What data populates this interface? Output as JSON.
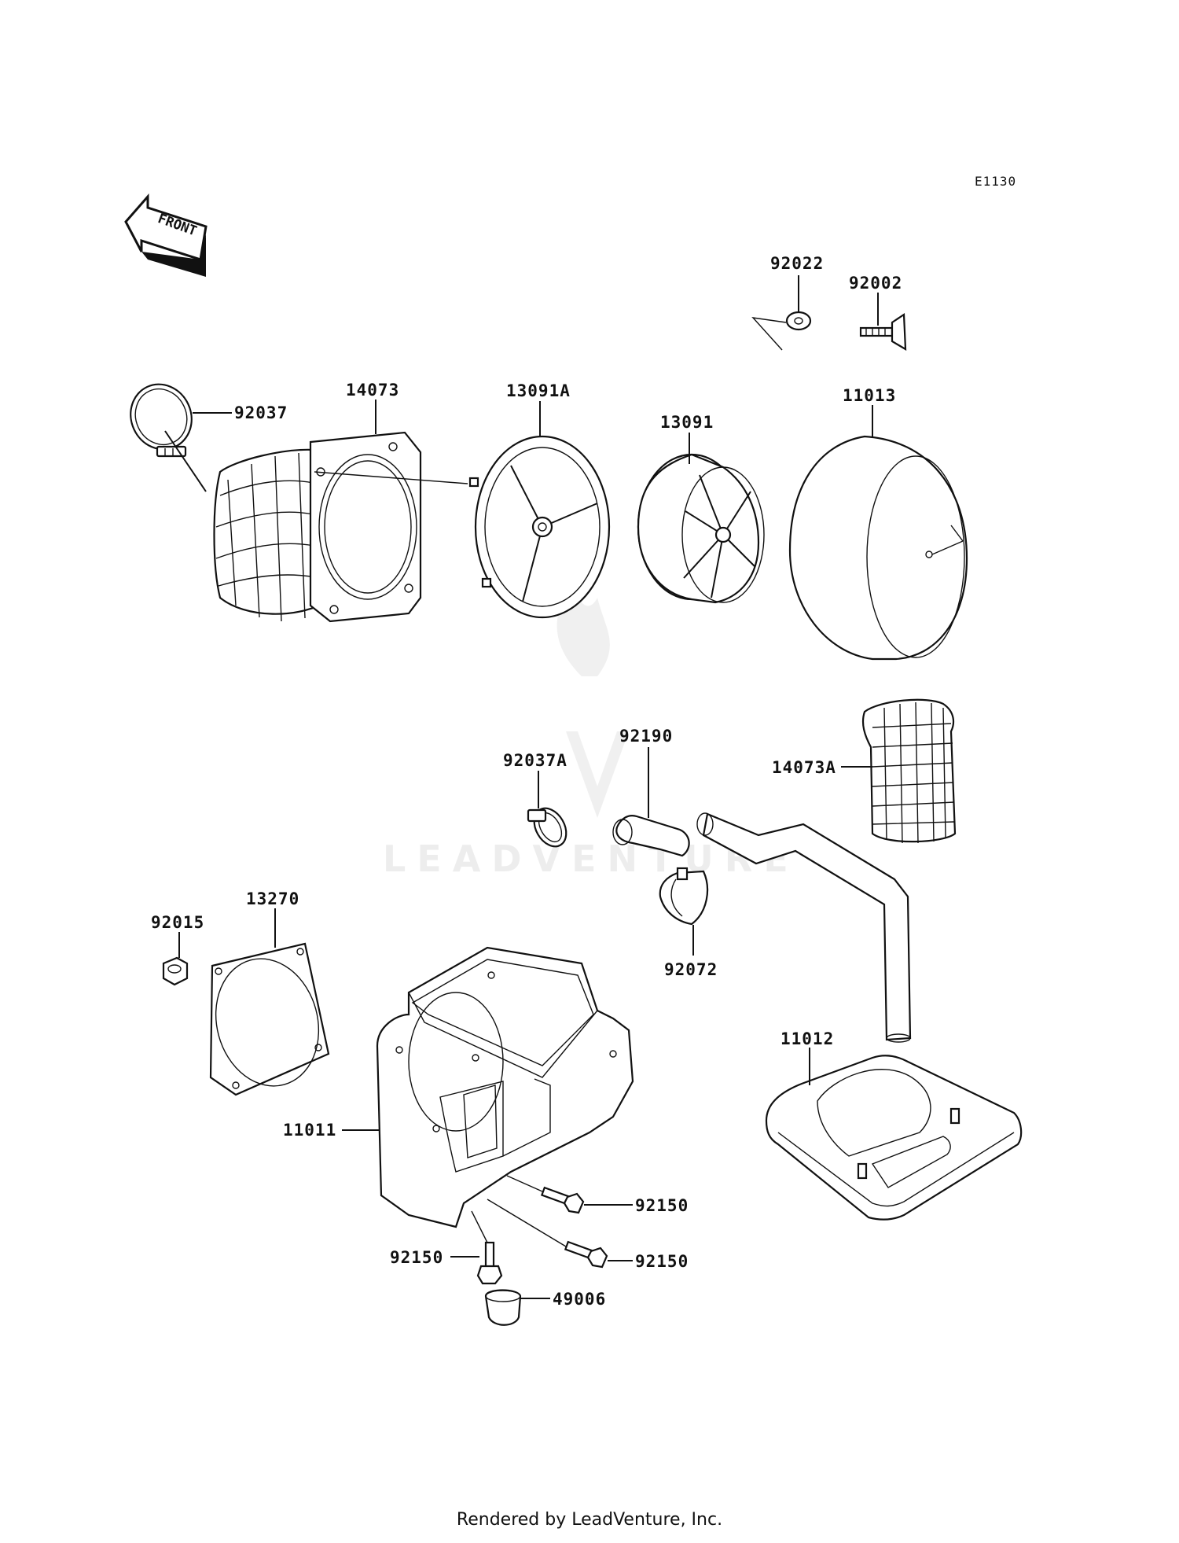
{
  "diagram_code": "E1130",
  "front_arrow_label": "FRONT",
  "watermark": {
    "text": "LEADVENTURE"
  },
  "footer": "Rendered by LeadVenture, Inc.",
  "parts": [
    {
      "id": "92037",
      "label": "92037"
    },
    {
      "id": "14073",
      "label": "14073"
    },
    {
      "id": "13091A",
      "label": "13091A"
    },
    {
      "id": "13091",
      "label": "13091"
    },
    {
      "id": "11013",
      "label": "11013"
    },
    {
      "id": "92022",
      "label": "92022"
    },
    {
      "id": "92002",
      "label": "92002"
    },
    {
      "id": "14073A",
      "label": "14073A"
    },
    {
      "id": "92190",
      "label": "92190"
    },
    {
      "id": "92037A",
      "label": "92037A"
    },
    {
      "id": "92072",
      "label": "92072"
    },
    {
      "id": "92015",
      "label": "92015"
    },
    {
      "id": "13270",
      "label": "13270"
    },
    {
      "id": "11011",
      "label": "11011"
    },
    {
      "id": "11012",
      "label": "11012"
    },
    {
      "id": "92150-a",
      "label": "92150"
    },
    {
      "id": "92150-b",
      "label": "92150"
    },
    {
      "id": "92150-c",
      "label": "92150"
    },
    {
      "id": "49006",
      "label": "49006"
    }
  ]
}
